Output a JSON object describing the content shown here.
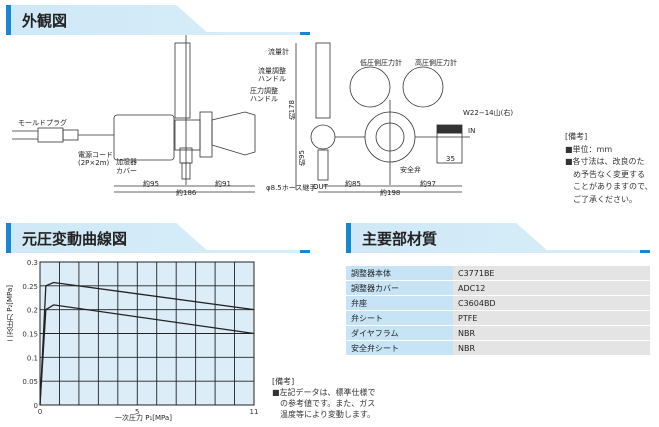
{
  "sections": {
    "exterior": "外観図",
    "curve": "元圧変動曲線図",
    "materials": "主要部材質"
  },
  "drawing_labels": {
    "mold_plug": "モールドプラグ",
    "cord": "電源コード",
    "cord_spec": "(2P×2m)",
    "cover1": "加湿器",
    "cover2": "カバー",
    "d95": "約95",
    "d91": "約91",
    "d186": "約186",
    "flowmeter": "流量計",
    "flow_handle1": "流量調整",
    "flow_handle2": "ハンドル",
    "press_handle1": "圧力調整",
    "press_handle2": "ハンドル",
    "h178": "約178",
    "h95": "約95",
    "hose": "φ8.5ホース継手",
    "out": "OUT",
    "low_gauge": "低圧側圧力計",
    "high_gauge": "高圧側圧力計",
    "thread": "W22−14山(右)",
    "in": "IN",
    "d35": "35",
    "safety": "安全弁",
    "d85": "約85",
    "d97": "約97",
    "d198": "約198"
  },
  "notes_top": {
    "title": "[備考]",
    "lines": [
      "■単位：mm",
      "■各寸法は、改良のた",
      "　め予告なく変更する",
      "　ことがありますので、",
      "　ご了承ください。"
    ]
  },
  "notes_chart": {
    "title": "[備考]",
    "lines": [
      "■左記データは、標準仕様で",
      "　の参考値です。また、ガス",
      "　温度等により変動します。"
    ]
  },
  "materials": [
    {
      "part": "調整器本体",
      "material": "C3771BE"
    },
    {
      "part": "調整器カバー",
      "material": "ADC12"
    },
    {
      "part": "弁座",
      "material": "C3604BD"
    },
    {
      "part": "弁シート",
      "material": "PTFE"
    },
    {
      "part": "ダイヤフラム",
      "material": "NBR"
    },
    {
      "part": "安全弁シート",
      "material": "NBR"
    }
  ],
  "chart_data": {
    "type": "line",
    "xlabel": "一次圧力 P₁[MPa]",
    "ylabel": "二次圧力 P₂[MPa]",
    "xlim": [
      0,
      11
    ],
    "ylim": [
      0,
      0.3
    ],
    "xticks": [
      "0",
      "5",
      "11"
    ],
    "yticks": [
      "0",
      "0.05",
      "0.1",
      "0.15",
      "0.2",
      "0.25",
      "0.3"
    ],
    "grid": true,
    "series": [
      {
        "name": "upper",
        "x": [
          0,
          0.3,
          0.7,
          11
        ],
        "y": [
          0,
          0.25,
          0.257,
          0.2
        ]
      },
      {
        "name": "lower",
        "x": [
          0,
          0.3,
          0.7,
          11
        ],
        "y": [
          0,
          0.2,
          0.21,
          0.15
        ]
      }
    ]
  }
}
